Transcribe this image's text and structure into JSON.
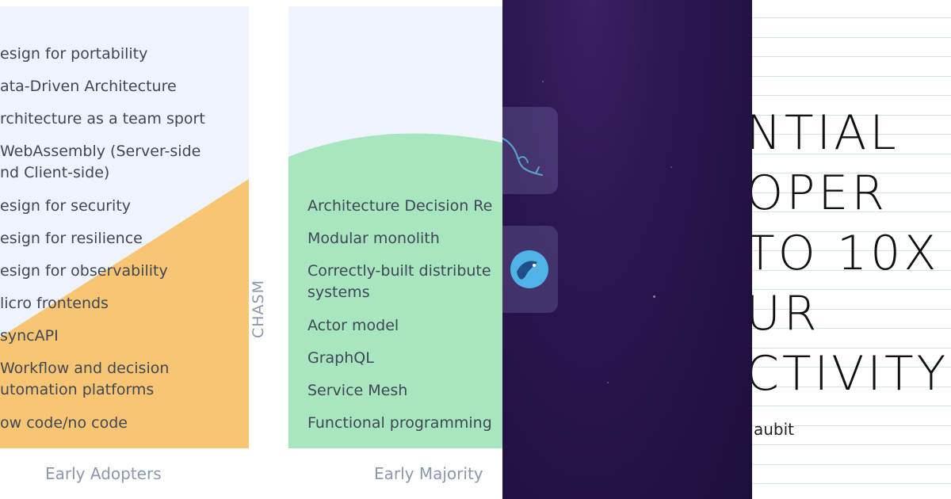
{
  "early_adopters": {
    "label": "Early Adopters",
    "items": [
      "esign for portability",
      "ata-Driven Architecture",
      "rchitecture as a team sport",
      "WebAssembly (Server-side",
      "nd Client-side)",
      "esign for security",
      "esign for resilience",
      "esign for observability",
      "licro frontends",
      "syncAPI",
      "Workflow and decision",
      "utomation platforms",
      "ow code/no code"
    ]
  },
  "chasm_label": "CHASM",
  "early_majority": {
    "label": "Early Majority",
    "items": [
      "Architecture Decision Re",
      "Modular monolith",
      "Correctly-built distribute",
      "systems",
      "Actor model",
      "GraphQL",
      "Service Mesh",
      "Functional programming"
    ]
  },
  "app_panel": {
    "icons": [
      "mysql-dolphin-icon",
      "mariadb-seal-icon"
    ],
    "accent": "#4fb3e8"
  },
  "book_cover": {
    "title_lines": [
      "NTIAL",
      "OPER",
      "TO 10X",
      "UR",
      "CTIVITY"
    ],
    "author": "aubit"
  },
  "colors": {
    "adopters_fill": "#f8c572",
    "majority_fill": "#a8e6bf",
    "column_bg": "#eef3fc",
    "panel_bg": "#24134a"
  }
}
